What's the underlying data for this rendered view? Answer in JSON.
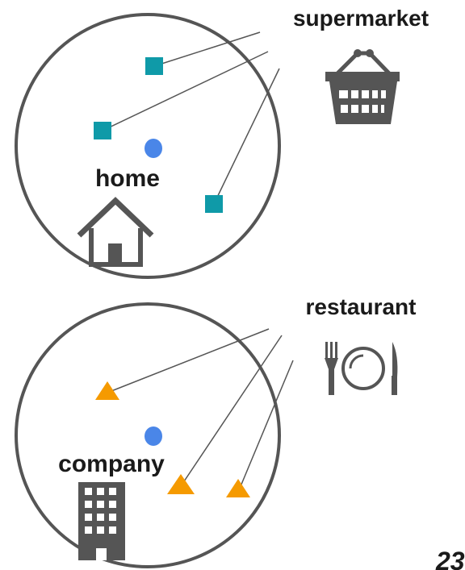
{
  "groups": [
    {
      "center_label": "home",
      "category_label": "supermarket",
      "category_icon": "shopping-basket-icon",
      "center_icon": "house-icon",
      "poi_shape": "square",
      "poi_color": "#0f9aa8"
    },
    {
      "center_label": "company",
      "category_label": "restaurant",
      "category_icon": "fork-plate-knife-icon",
      "center_icon": "office-building-icon",
      "poi_shape": "triangle",
      "poi_color": "#f59a00"
    }
  ],
  "colors": {
    "circle_stroke": "#555555",
    "center_point": "#4a86e8",
    "icon": "#555555",
    "connector": "#555555"
  },
  "page_number": "23"
}
